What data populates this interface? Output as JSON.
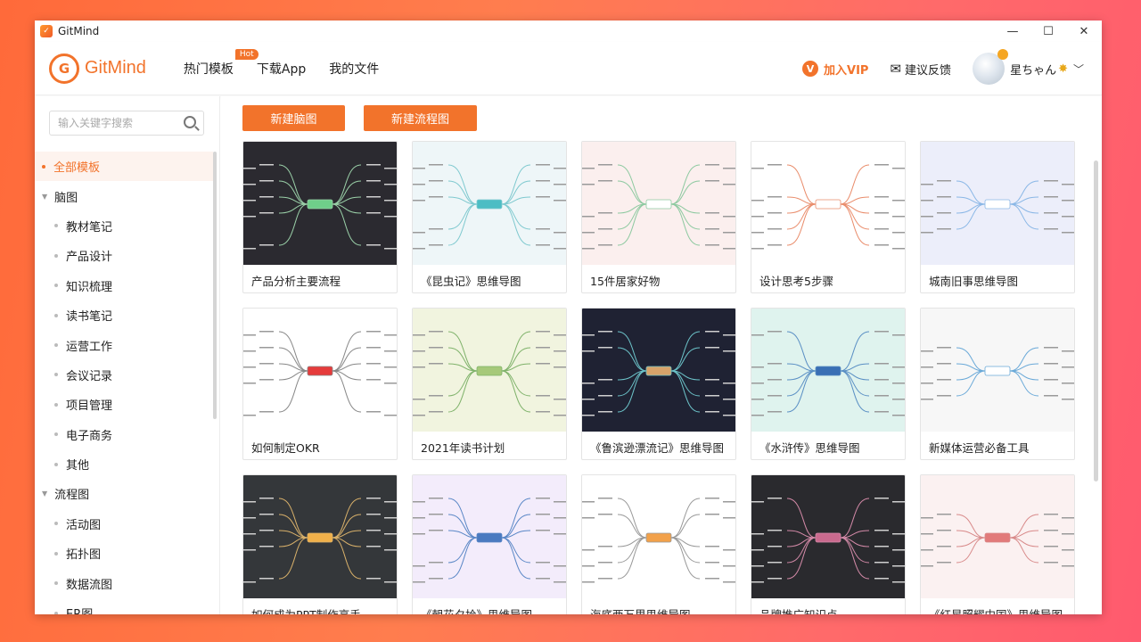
{
  "window": {
    "title": "GitMind",
    "controls": {
      "minimize": "—",
      "maximize": "☐",
      "close": "✕"
    }
  },
  "header": {
    "logo_text": "GitMind",
    "nav": [
      {
        "label": "热门模板",
        "badge": "Hot"
      },
      {
        "label": "下载App"
      },
      {
        "label": "我的文件"
      }
    ],
    "vip_label": "加入VIP",
    "feedback_label": "建议反馈",
    "user_name": "星ちゃん"
  },
  "sidebar": {
    "search_placeholder": "输入关键字搜索",
    "tree": [
      {
        "label": "全部模板",
        "level": 0,
        "type": "dot",
        "active": true
      },
      {
        "label": "脑图",
        "level": 0,
        "type": "caret"
      },
      {
        "label": "教材笔记",
        "level": 1,
        "type": "dot"
      },
      {
        "label": "产品设计",
        "level": 1,
        "type": "dot"
      },
      {
        "label": "知识梳理",
        "level": 1,
        "type": "dot"
      },
      {
        "label": "读书笔记",
        "level": 1,
        "type": "dot"
      },
      {
        "label": "运营工作",
        "level": 1,
        "type": "dot"
      },
      {
        "label": "会议记录",
        "level": 1,
        "type": "dot"
      },
      {
        "label": "项目管理",
        "level": 1,
        "type": "dot"
      },
      {
        "label": "电子商务",
        "level": 1,
        "type": "dot"
      },
      {
        "label": "其他",
        "level": 1,
        "type": "dot"
      },
      {
        "label": "流程图",
        "level": 0,
        "type": "caret"
      },
      {
        "label": "活动图",
        "level": 1,
        "type": "dot"
      },
      {
        "label": "拓扑图",
        "level": 1,
        "type": "dot"
      },
      {
        "label": "数据流图",
        "level": 1,
        "type": "dot"
      },
      {
        "label": "ER图",
        "level": 1,
        "type": "dot"
      }
    ]
  },
  "main": {
    "new_mindmap_label": "新建脑图",
    "new_flowchart_label": "新建流程图",
    "templates": [
      {
        "title": "产品分析主要流程",
        "bg": "#2b2a30",
        "line": "#9ad0a8",
        "center": "#6fcf8a"
      },
      {
        "title": "《昆虫记》思维导图",
        "bg": "#eef6f8",
        "line": "#7fc9cf",
        "center": "#4cbdc4"
      },
      {
        "title": "15件居家好物",
        "bg": "#fbefee",
        "line": "#8dc9a0",
        "center": "#ffffff"
      },
      {
        "title": "设计思考5步骤",
        "bg": "#ffffff",
        "line": "#e98c6b",
        "center": "#ffffff"
      },
      {
        "title": "城南旧事思维导图",
        "bg": "#eceefa",
        "line": "#8ab7e6",
        "center": "#ffffff"
      },
      {
        "title": "如何制定OKR",
        "bg": "#ffffff",
        "line": "#888888",
        "center": "#e53b3b"
      },
      {
        "title": "2021年读书计划",
        "bg": "#f1f4df",
        "line": "#7fb26a",
        "center": "#a6c97a"
      },
      {
        "title": "《鲁滨逊漂流记》思维导图",
        "bg": "#1f2233",
        "line": "#6cc3c9",
        "center": "#d7a36a"
      },
      {
        "title": "《水浒传》思维导图",
        "bg": "#dff3ee",
        "line": "#5a8fc4",
        "center": "#3a6fb4"
      },
      {
        "title": "新媒体运营必备工具",
        "bg": "#f7f7f7",
        "line": "#6aa9d8",
        "center": "#ffffff"
      },
      {
        "title": "如何成为PPT制作高手",
        "bg": "#34373a",
        "line": "#d8b06a",
        "center": "#f0b04a"
      },
      {
        "title": "《朝花夕拾》思维导图",
        "bg": "#f3ecfb",
        "line": "#5a87c6",
        "center": "#4a7ac0"
      },
      {
        "title": "海底两万里思维导图",
        "bg": "#ffffff",
        "line": "#999999",
        "center": "#f2a14a"
      },
      {
        "title": "品牌推广知识点",
        "bg": "#2a2a2e",
        "line": "#d48aa8",
        "center": "#c96a8e"
      },
      {
        "title": "《红星照耀中国》思维导图",
        "bg": "#fbf1f1",
        "line": "#d88a8a",
        "center": "#e27a7a"
      }
    ]
  }
}
